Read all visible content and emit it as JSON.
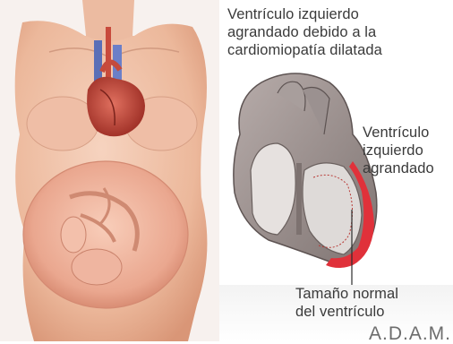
{
  "figure": {
    "title": "Ventrículo izquierdo\nagrandado debido a la\ncardiomiopatía dilatada",
    "labels": {
      "enlarged": "Ventrículo\nizquierdo\nagrandado",
      "normal": "Tamaño normal\ndel ventrículo"
    },
    "logo": "A.D.A.M.",
    "colors": {
      "skin": "#f1c6ad",
      "heart": "#c8473b",
      "enlarged_ventricle_wall": "#e0313a",
      "myocardium": "#9a8e8a",
      "uterus": "#f4b8a4"
    }
  }
}
